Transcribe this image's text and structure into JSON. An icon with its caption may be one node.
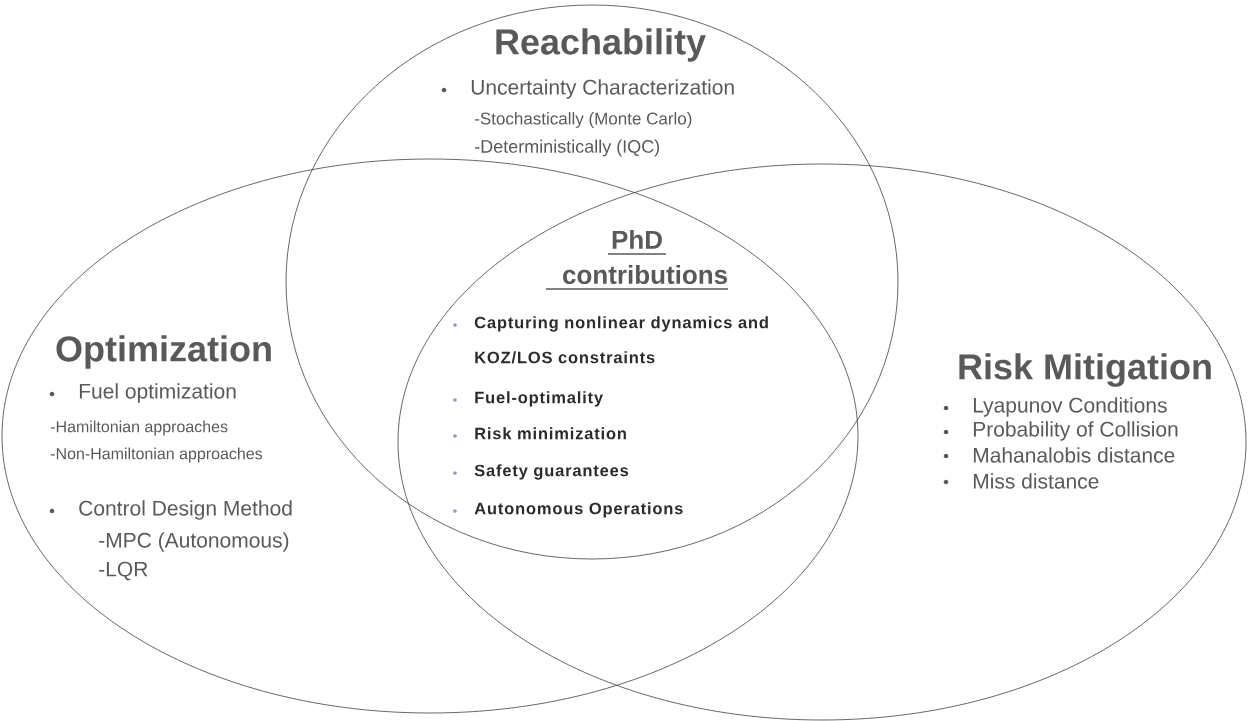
{
  "diagram": {
    "nodes": [
      {
        "text": [
          "Reachability",
          "Uncertainty Characterization",
          "-Stochastically (Monte Carlo)",
          "-Deterministically (IQC)"
        ]
      },
      {
        "text": [
          "Optimization",
          "Fuel optimization",
          "-Hamiltonian approaches",
          "-Non-Hamiltonian approaches",
          "Control Design Method",
          "-MPC (Autonomous)",
          "-LQR"
        ]
      },
      {
        "text": [
          "Risk Mitigation",
          "Lyapunov Conditions",
          "Probability of Collision",
          "Mahanalobis distance",
          "Miss distance"
        ]
      }
    ],
    "labels": [
      "PhD contributions",
      "Capturing nonlinear dynamics and KOZ/LOS constraints",
      "Fuel-optimality",
      "Risk minimization",
      "Safety guarantees",
      "Autonomous Operations"
    ]
  }
}
